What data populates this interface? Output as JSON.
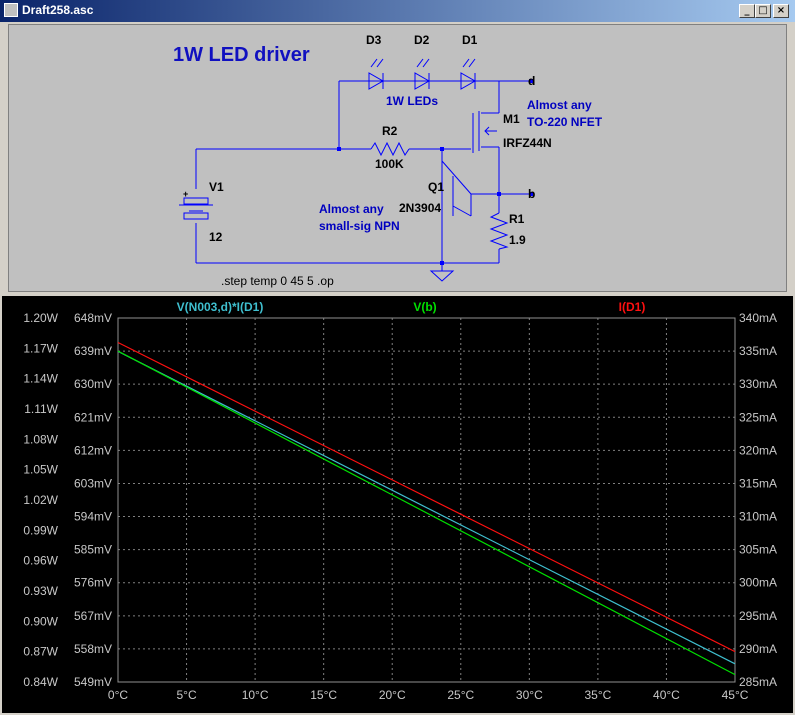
{
  "window": {
    "title": "Draft258.asc",
    "buttons": {
      "minimize": "_",
      "maximize": "□",
      "close": "×"
    }
  },
  "schematic": {
    "heading": "1W LED driver",
    "labels": {
      "d3": "D3",
      "d2": "D2",
      "d1": "D1",
      "leds": "1W LEDs",
      "m1": "M1",
      "irfz44n": "IRFZ44N",
      "nfet_note_1": "Almost any",
      "nfet_note_2": "TO-220 NFET",
      "r2": "R2",
      "r2_value": "100K",
      "q1": "Q1",
      "q1_part": "2N3904",
      "npn_note_1": "Almost any",
      "npn_note_2": "small-sig NPN",
      "v1": "V1",
      "v1_value": "12",
      "r1": "R1",
      "r1_value": "1.9",
      "node_d": "d",
      "node_b": "b",
      "directive": ".step temp 0 45 5   .op"
    },
    "colors": {
      "wire": "#0000ff",
      "text": "#0000a0",
      "heading": "#1010c0"
    }
  },
  "chart_data": {
    "type": "line",
    "x": [
      0,
      45
    ],
    "xlabel": "",
    "xlim": [
      0,
      45
    ],
    "x_ticks": [
      "0°C",
      "5°C",
      "10°C",
      "15°C",
      "20°C",
      "25°C",
      "30°C",
      "35°C",
      "40°C",
      "45°C"
    ],
    "y_left_outer_ticks": [
      "1.20W",
      "1.17W",
      "1.14W",
      "1.11W",
      "1.08W",
      "1.05W",
      "1.02W",
      "0.99W",
      "0.96W",
      "0.93W",
      "0.90W",
      "0.87W",
      "0.84W"
    ],
    "y_left_inner_ticks": [
      "648mV",
      "639mV",
      "630mV",
      "621mV",
      "612mV",
      "603mV",
      "594mV",
      "585mV",
      "576mV",
      "567mV",
      "558mV",
      "549mV"
    ],
    "y_right_ticks": [
      "340mA",
      "335mA",
      "330mA",
      "325mA",
      "320mA",
      "315mA",
      "310mA",
      "305mA",
      "300mA",
      "295mA",
      "290mA",
      "285mA"
    ],
    "ylim_power": [
      0.84,
      1.2
    ],
    "ylim_voltage": [
      549,
      648
    ],
    "ylim_current": [
      285,
      340
    ],
    "grid": true,
    "series": [
      {
        "name": "V(N003,d)*I(D1)",
        "axis": "power",
        "color": "#3fbfcf",
        "values": [
          1.167,
          0.858
        ]
      },
      {
        "name": "V(b)",
        "axis": "voltage",
        "color": "#00e000",
        "values": [
          639,
          551
        ]
      },
      {
        "name": "I(D1)",
        "axis": "current",
        "color": "#ff1010",
        "values": [
          336.3,
          289.6
        ]
      }
    ],
    "colors": {
      "background": "#000000",
      "grid": "#808080",
      "axis_text": "#c8c8c8"
    }
  }
}
